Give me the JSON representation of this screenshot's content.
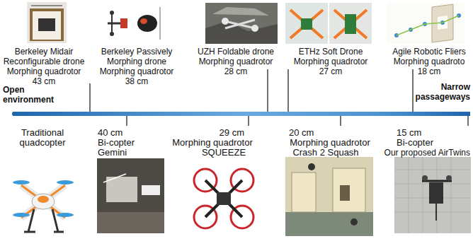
{
  "diagram": {
    "labels": [
      "Berkeley Midair",
      "Reconfigurable drone",
      "Morphing quadrotor",
      "43 cm",
      "Berkeley Passively",
      "Morphing drone",
      "Morphing quadrotor",
      "38 cm",
      "UZH Foldable drone",
      "Morphing quadrotor",
      "28 cm",
      "ETHz Soft Drone",
      "Morphing quadrotor",
      "27 cm",
      "Agile Robotic Fliers",
      "Morphing quadroto",
      "18 cm",
      "Open",
      "environment",
      "Narrow",
      "passageways",
      "Traditional",
      "quadcopter",
      "40 cm",
      "Bi-copter",
      "Gemini",
      "29 cm",
      "Morphing quadrotor",
      "SQUEEZE",
      "20 cm",
      "Morphing quadrotor",
      "Crash 2 Squash",
      "15 cm",
      "Bi-copter",
      "Our proposed AirTwins"
    ]
  }
}
